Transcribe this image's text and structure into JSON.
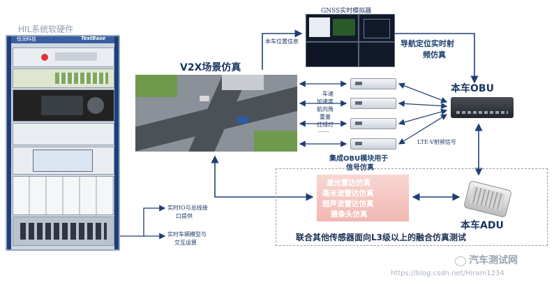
{
  "labels": {
    "hil_title": "HIL系统软硬件",
    "v2x_scene": "V2X场景仿真",
    "gnss_simulator": "GNSS实时模拟器",
    "position_info": "本车位置信息",
    "nav_rf": [
      "导航定位实时射",
      "频仿真"
    ],
    "obu": "本车OBU",
    "adu": "本车ADU",
    "signals": [
      "车速",
      "加速度",
      "航向角",
      "重量",
      "红绿灯",
      "……"
    ],
    "obu_module": [
      "集成OBU模块用于",
      "信号仿真"
    ],
    "lte_v": "LTE-V射频信号",
    "sensors": [
      "激光雷达仿真",
      "毫米波雷达仿真",
      "超声波雷达仿真",
      "摄像头仿真"
    ],
    "fusion": "联合其他传感器面向L3级以上的融合仿真测试",
    "io_bus": [
      "实时IO与总线接",
      "口提供"
    ],
    "vehicle_model": [
      "实时车辆模型与",
      "交互运算"
    ]
  },
  "rack": {
    "brand": "恒润科技",
    "model": "TestBase"
  },
  "watermark": {
    "account": "汽车测试网",
    "url": "https://blog.csdn.net/Hiram1234"
  },
  "colors": {
    "arrow": "#1f3f73",
    "sensor_panel": "#f2b8b2",
    "title": "#16365f"
  }
}
